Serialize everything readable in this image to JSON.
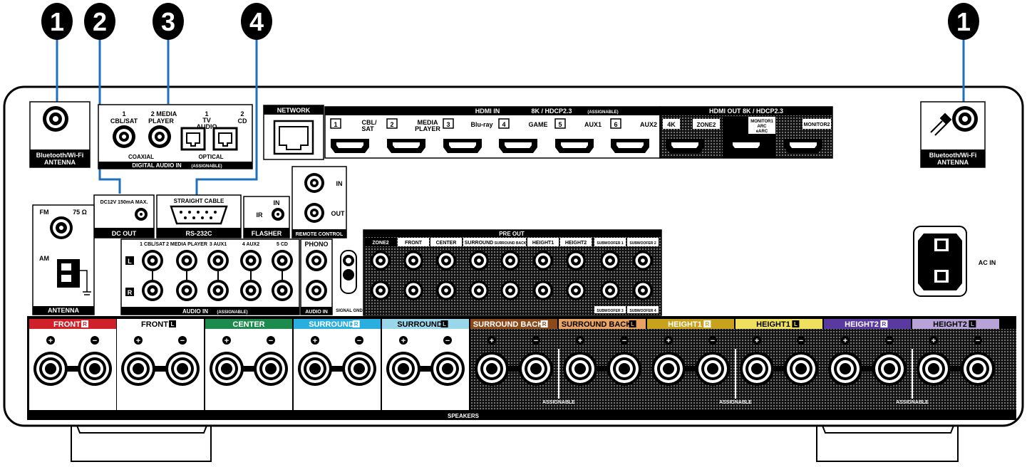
{
  "callouts": [
    "1",
    "2",
    "3",
    "4",
    "1"
  ],
  "bt_left": {
    "line1": "Bluetooth/Wi-Fi",
    "line2": "ANTENNA"
  },
  "bt_right": {
    "line1": "Bluetooth/Wi-Fi",
    "line2": "ANTENNA"
  },
  "digital_audio": {
    "coax1_top": "1",
    "coax1_bot": "CBL/SAT",
    "coax2_top": "2 MEDIA",
    "coax2_bot": "PLAYER",
    "opt1_top": "1",
    "opt1_mid": "TV",
    "opt1_bot": "AUDIO",
    "opt2_top": "2",
    "opt2_bot": "CD",
    "coaxial": "COAXIAL",
    "optical": "OPTICAL",
    "footer": "DIGITAL AUDIO IN",
    "footer_note": "(ASSIGNABLE)"
  },
  "network": "NETWORK",
  "hdmi_in": {
    "title": "HDMI IN",
    "spec": "8K / HDCP2.3",
    "note": "(ASSIGNABLE)",
    "n1": "1",
    "l2a": "CBL/",
    "l2b": "SAT",
    "n2": "2",
    "l3a": "MEDIA",
    "l3b": "PLAYER",
    "n3": "3",
    "l4": "Blu-ray",
    "n4": "4",
    "l5": "GAME",
    "n5": "5",
    "l6": "AUX1",
    "n6": "6",
    "l7": "AUX2"
  },
  "hdmi_out": {
    "title": "HDMI OUT  8K / HDCP2.3",
    "o1": "4K",
    "o2": "ZONE2",
    "o3a": "MONITOR1",
    "o3b": "ARC",
    "o3c": "eARC",
    "o4": "MONITOR2"
  },
  "dc_out": {
    "spec": "DC12V 150mA MAX.",
    "label": "DC OUT"
  },
  "rs232": {
    "top": "STRAIGHT CABLE",
    "label": "RS-232C"
  },
  "flasher": {
    "in": "IN",
    "ir": "IR",
    "label": "FLASHER"
  },
  "remote": {
    "in": "IN",
    "out": "OUT",
    "label": "REMOTE CONTROL"
  },
  "antenna": {
    "fm": "FM",
    "ohm": "75 Ω",
    "am": "AM",
    "label": "ANTENNA"
  },
  "audio_in": {
    "inputs": [
      "1 CBL/SAT",
      "2 MEDIA PLAYER",
      "3 AUX1",
      "4 AUX2",
      "5 CD"
    ],
    "L": "L",
    "R": "R",
    "footer": "AUDIO IN",
    "footer_note": "(ASSIGNABLE)",
    "phono": "PHONO",
    "phono_footer": "AUDIO IN",
    "signal_gnd": "SIGNAL GND"
  },
  "pre_out": {
    "title": "PRE OUT",
    "channels": [
      "ZONE2",
      "FRONT",
      "CENTER",
      "SURROUND",
      "SURROUND BACK",
      "HEIGHT1",
      "HEIGHT2",
      "SUBWOOFER 1",
      "SUBWOOFER 2"
    ],
    "sub3": "SUBWOOFER 3",
    "sub4": "SUBWOOFER 4"
  },
  "ac_in": "AC IN",
  "speakers": {
    "footer": "SPEAKERS",
    "assignable": "ASSIGNABLE",
    "plus": "+",
    "minus": "−",
    "channels": [
      {
        "name": "FRONT",
        "side": "R",
        "color": "#d0202a"
      },
      {
        "name": "FRONT",
        "side": "L",
        "color": "#ffffff"
      },
      {
        "name": "CENTER",
        "side": "",
        "color": "#1d8a4e"
      },
      {
        "name": "SURROUND",
        "side": "R",
        "color": "#2aaee0"
      },
      {
        "name": "SURROUND",
        "side": "L",
        "color": "#9bd7ea"
      },
      {
        "name": "SURROUND BACK",
        "side": "R",
        "color": "#8a4a1c"
      },
      {
        "name": "SURROUND BACK",
        "side": "L",
        "color": "#e9a25f"
      },
      {
        "name": "HEIGHT1",
        "side": "R",
        "color": "#c8a21c"
      },
      {
        "name": "HEIGHT1",
        "side": "L",
        "color": "#f0e060"
      },
      {
        "name": "HEIGHT2",
        "side": "R",
        "color": "#5a3aa0"
      },
      {
        "name": "HEIGHT2",
        "side": "L",
        "color": "#b8a3d9"
      }
    ]
  },
  "colors": {
    "callout": "#000000",
    "leader": "#1f6fbf",
    "panel": "#000000",
    "mesh": "#555555"
  }
}
